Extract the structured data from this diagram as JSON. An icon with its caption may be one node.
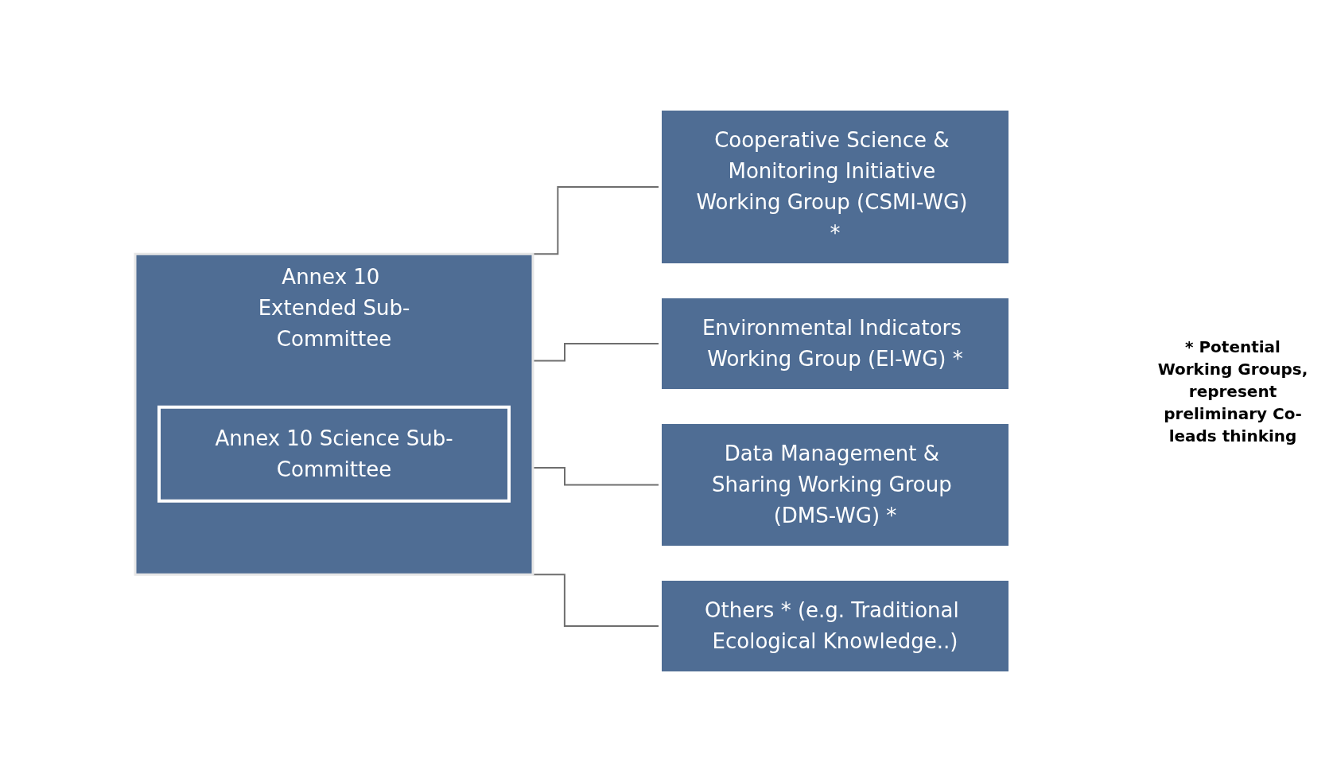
{
  "diagram": {
    "nodes": [
      {
        "text": [
          "Annex 10 Extended Sub-Committee"
        ]
      },
      {
        "text": [
          "Annex 10 Science Sub-Committee"
        ],
        "in": 0
      },
      {
        "text": [
          "Cooperative Science & Monitoring Initiative Working Group (CSMI-WG) *"
        ]
      },
      {
        "text": [
          "Environmental Indicators Working Group (EI-WG) *"
        ]
      },
      {
        "text": [
          "Data Management & Sharing Working Group (DMS-WG) *"
        ]
      },
      {
        "text": [
          "Others * (e.g. Traditional Ecological Knowledge..)"
        ]
      }
    ],
    "edges": [
      {
        "from": 0,
        "to": 2,
        "arrow": "none"
      },
      {
        "from": 0,
        "to": 3,
        "arrow": "none"
      },
      {
        "from": 0,
        "to": 4,
        "arrow": "none"
      },
      {
        "from": 0,
        "to": 5,
        "arrow": "none"
      }
    ],
    "labels": [
      "* Potential Working Groups, represent preliminary Co-leads thinking"
    ]
  }
}
